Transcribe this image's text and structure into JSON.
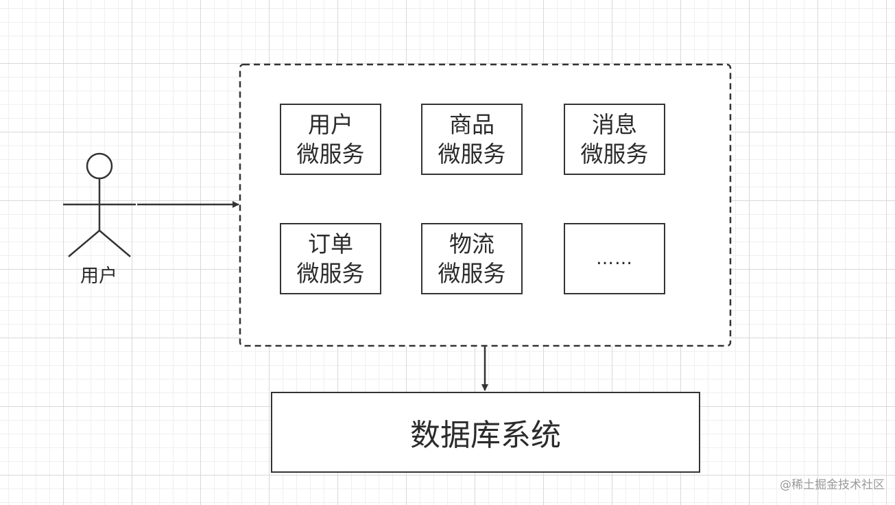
{
  "actor": {
    "label": "用户"
  },
  "services": [
    {
      "line1": "用户",
      "line2": "微服务"
    },
    {
      "line1": "商品",
      "line2": "微服务"
    },
    {
      "line1": "消息",
      "line2": "微服务"
    },
    {
      "line1": "订单",
      "line2": "微服务"
    },
    {
      "line1": "物流",
      "line2": "微服务"
    },
    {
      "line1": "……",
      "line2": ""
    }
  ],
  "database": {
    "label": "数据库系统"
  },
  "watermark": {
    "text": "@稀土掘金技术社区"
  },
  "colors": {
    "stroke": "#333333",
    "text": "#2b2b2b",
    "grid": "#d8d8d8",
    "watermark": "#9a9a9a"
  }
}
